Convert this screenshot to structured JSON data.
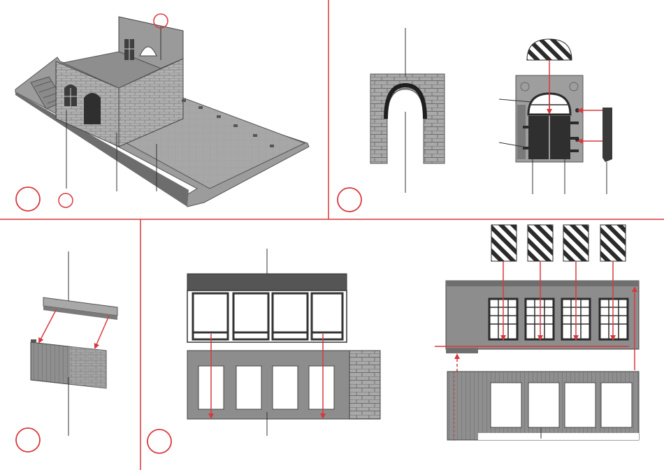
{
  "title": "",
  "colors": {
    "divider": "#d8383d",
    "step_circle": "#d8383d",
    "arrow": "#d8383d",
    "model_gray": "#8a8a8a",
    "model_dark": "#5a5a5a",
    "model_light": "#b9b9b9",
    "leader_line": "#333333"
  },
  "panels": [
    {
      "id": "panel-top-left",
      "content": "assembled-building-model",
      "step_markers": 2
    },
    {
      "id": "panel-top-right",
      "content": "arch-wall-and-door-assembly",
      "step_markers": 1
    },
    {
      "id": "panel-bottom-left",
      "content": "ramp-cap-and-wall",
      "step_markers": 1
    },
    {
      "id": "panel-bottom-middle",
      "content": "window-frame-and-wall",
      "step_markers": 1
    },
    {
      "id": "panel-bottom-right",
      "content": "wall-with-four-windows-and-glazing",
      "step_markers": 0
    }
  ],
  "icons": [
    "step-circle-icon",
    "glazing-icon",
    "arrow-icon"
  ]
}
